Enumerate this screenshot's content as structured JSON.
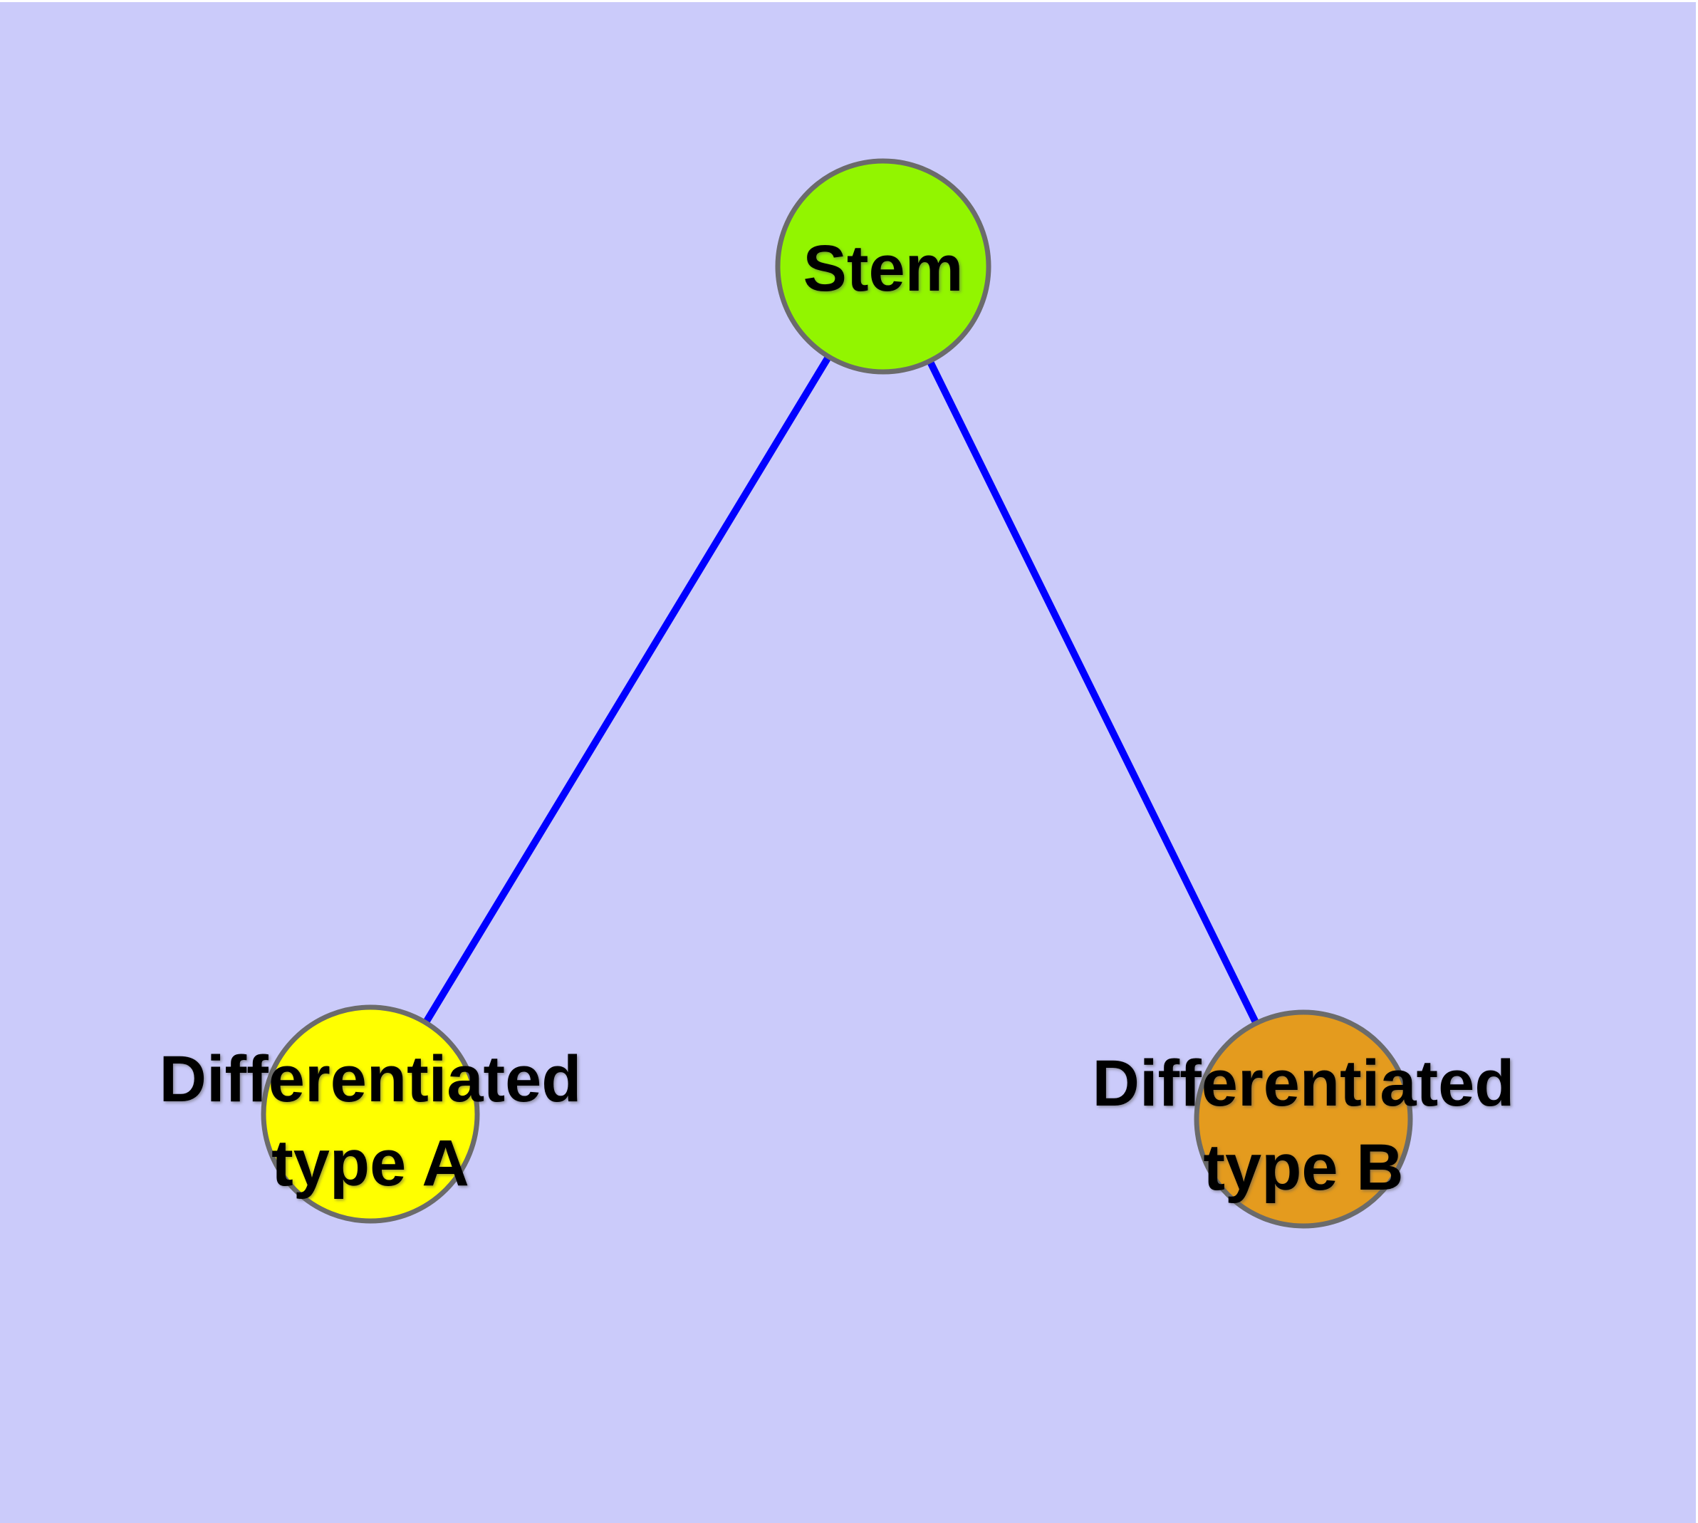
{
  "diagram": {
    "background_color": "#CBCBFA",
    "edge_color": "#0000FF",
    "node_border_color": "#6B6B6B",
    "label_color": "#000000",
    "nodes": [
      {
        "id": "stem",
        "label": "Stem",
        "fill": "#92F500"
      },
      {
        "id": "differentiated-type-a",
        "label": "Differentiated type A",
        "label_line1": "Differentiated",
        "label_line2": "type A",
        "fill": "#FFFF00"
      },
      {
        "id": "differentiated-type-b",
        "label": "Differentiated type B",
        "label_line1": "Differentiated",
        "label_line2": "type B",
        "fill": "#E49B1E"
      }
    ],
    "edges": [
      {
        "from": "Stem",
        "to": "Differentiated type A"
      },
      {
        "from": "Stem",
        "to": "Differentiated type B"
      }
    ]
  }
}
